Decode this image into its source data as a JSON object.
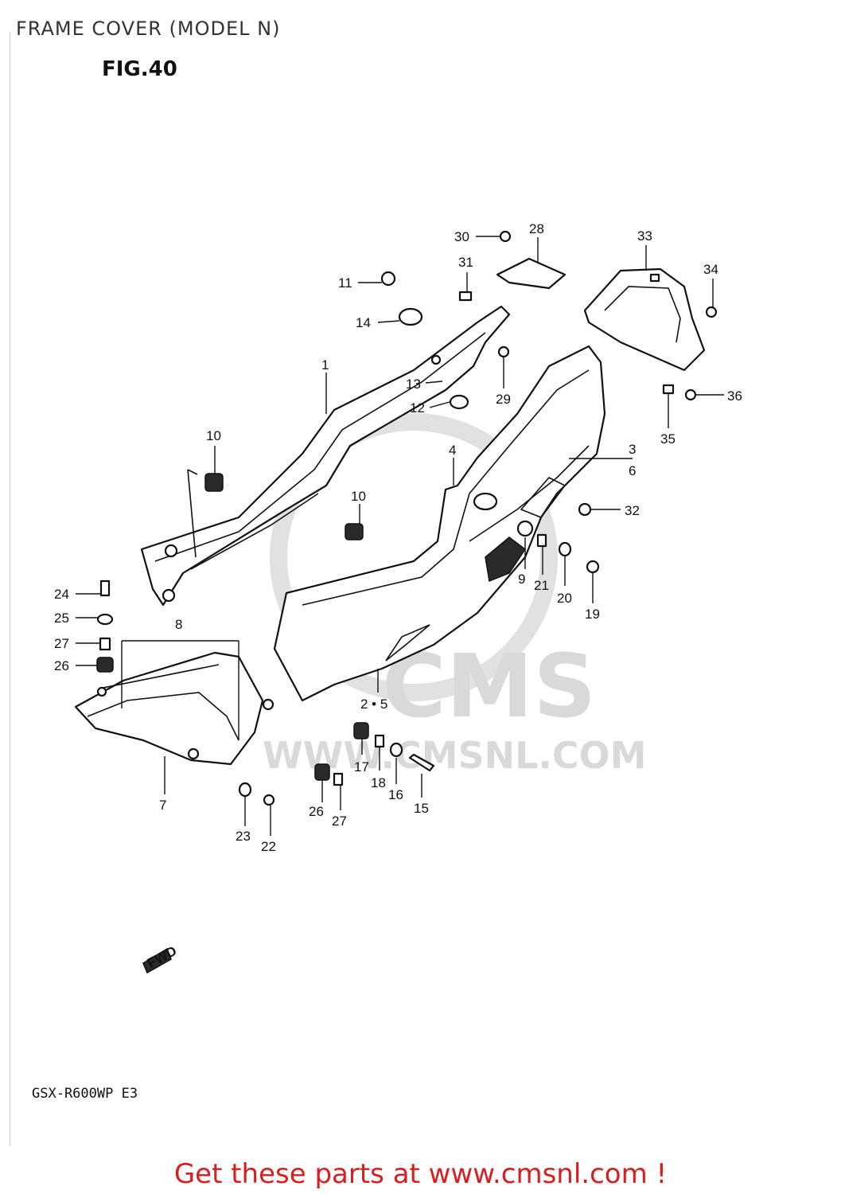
{
  "page_title": "FRAME COVER (MODEL N)",
  "figure": "FIG.40",
  "model_code": "GSX-R600WP E3",
  "fwd_label": "FWD",
  "watermark": {
    "logo": "CMS",
    "site": "WWW.CMSNL.COM"
  },
  "promo": "Get these parts at www.cmsnl.com !",
  "callouts": {
    "c1": "1",
    "c2_5": "2 • 5",
    "c3": "3",
    "c6": "6",
    "c4": "4",
    "c7": "7",
    "c8": "8",
    "c9": "9",
    "c10a": "10",
    "c10b": "10",
    "c11": "11",
    "c12": "12",
    "c13": "13",
    "c14": "14",
    "c15": "15",
    "c16": "16",
    "c17": "17",
    "c18": "18",
    "c19": "19",
    "c20": "20",
    "c21": "21",
    "c22": "22",
    "c23": "23",
    "c24": "24",
    "c25": "25",
    "c26a": "26",
    "c26b": "26",
    "c27a": "27",
    "c27b": "27",
    "c28": "28",
    "c29": "29",
    "c30": "30",
    "c31": "31",
    "c32": "32",
    "c33": "33",
    "c34": "34",
    "c35": "35",
    "c36": "36"
  },
  "colors": {
    "promo": "#d81e1e",
    "ink": "#111111",
    "watermark": "#d3d3d3"
  }
}
